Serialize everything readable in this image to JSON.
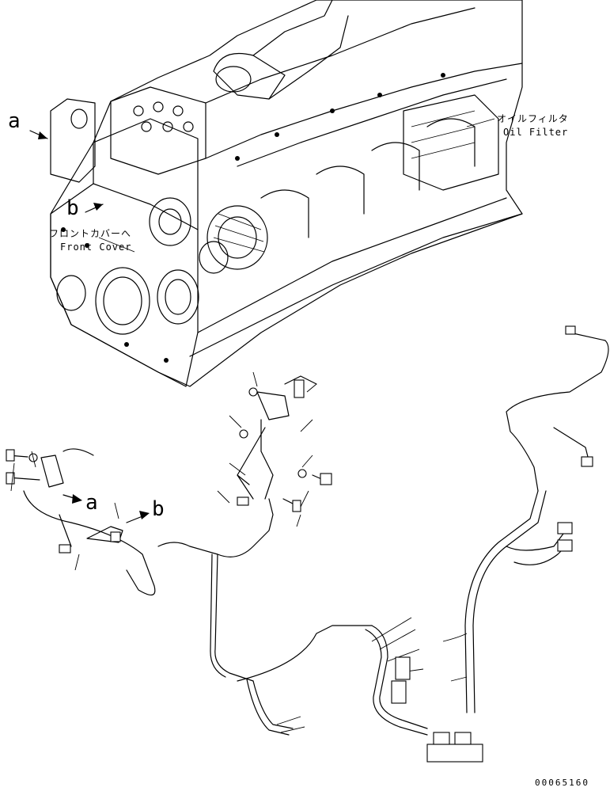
{
  "labels": {
    "ref_a_top": "a",
    "ref_b_top": "b",
    "ref_a_bottom": "a",
    "ref_b_bottom": "b",
    "front_cover_jp": "フロントカバーへ",
    "front_cover_en": "Front Cover",
    "oil_filter_jp": "オイルフィルタ",
    "oil_filter_en": "Oil Filter",
    "document_number": "00065160"
  }
}
